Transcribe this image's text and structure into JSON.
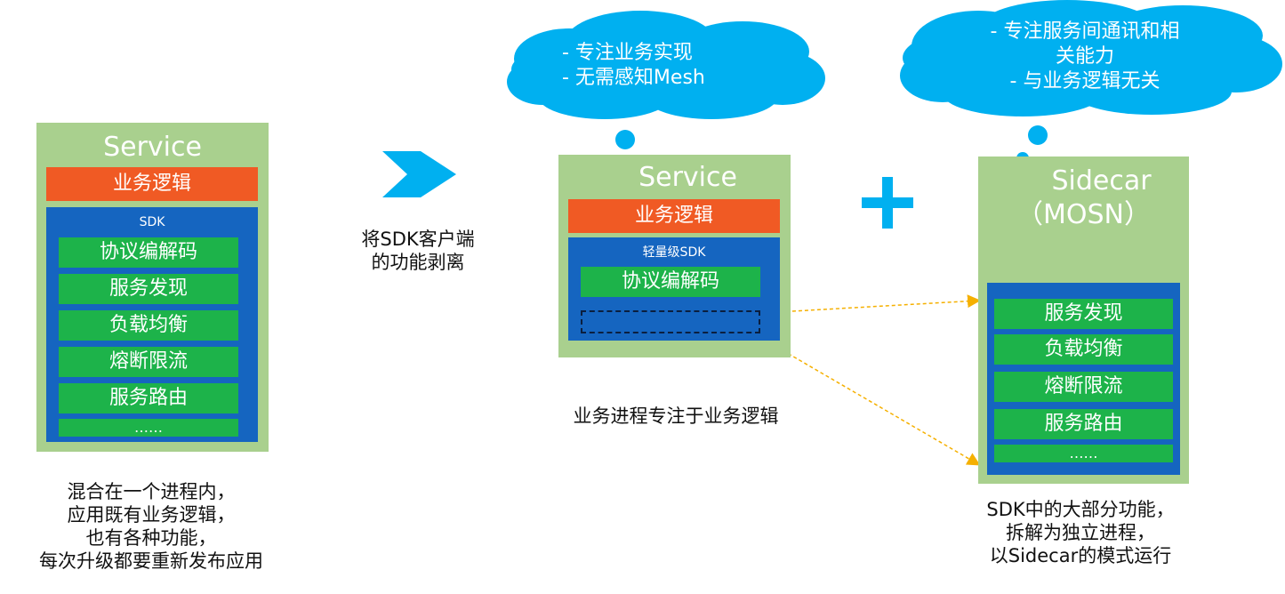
{
  "colors": {
    "panel_green": "#a9d08e",
    "logic_orange": "#f05a24",
    "sdk_blue": "#1565c0",
    "feature_green": "#1db34a",
    "cloud_cyan": "#00b0f0",
    "connector_yellow": "#f5b000"
  },
  "left_panel": {
    "title": "Service",
    "logic": "业务逻辑",
    "sdk_label": "SDK",
    "items": [
      "协议编解码",
      "服务发现",
      "负载均衡",
      "熔断限流",
      "服务路由",
      "……"
    ]
  },
  "left_caption": [
    "混合在一个进程内，",
    "应用既有业务逻辑，",
    "也有各种功能，",
    "每次升级都要重新发布应用"
  ],
  "arrow": {
    "caption": [
      "将SDK客户端",
      "的功能剥离"
    ],
    "icon": "chevron-arrow-icon"
  },
  "middle_panel": {
    "title": "Service",
    "logic": "业务逻辑",
    "sdk_label": "轻量级SDK",
    "items": [
      "协议编解码"
    ]
  },
  "middle_caption": "业务进程专注于业务逻辑",
  "middle_cloud": [
    "-  专注业务实现",
    "-  无需感知Mesh"
  ],
  "plus": "+",
  "right_panel": {
    "title": "Sidecar",
    "subtitle": "（MOSN）",
    "items": [
      "服务发现",
      "负载均衡",
      "熔断限流",
      "服务路由",
      "……"
    ]
  },
  "right_cloud": [
    "-  专注服务间通讯和相",
    "关能力",
    "-  与业务逻辑无关"
  ],
  "right_caption": [
    "SDK中的大部分功能，",
    "拆解为独立进程，",
    "以Sidecar的模式运行"
  ]
}
